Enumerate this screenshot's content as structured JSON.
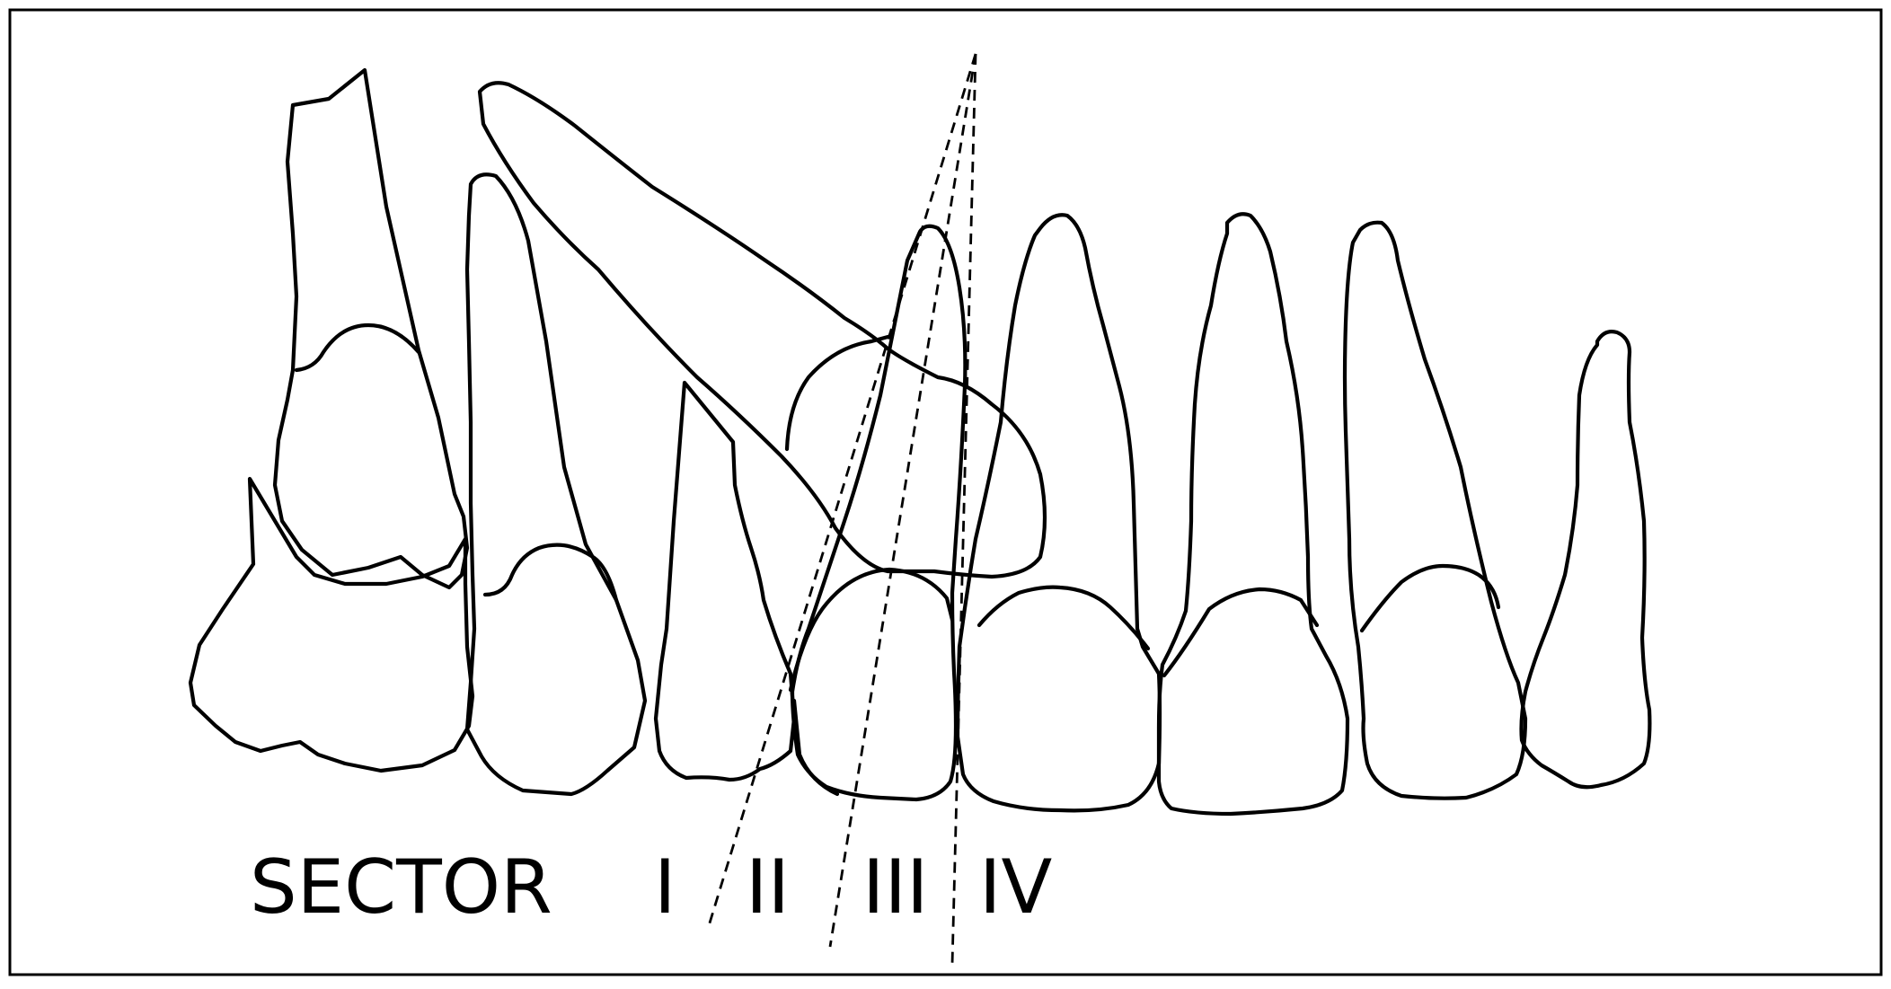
{
  "diagram": {
    "labels": {
      "title": "SECTOR",
      "sector_1": "I",
      "sector_2": "II",
      "sector_3": "III",
      "sector_4": "IV"
    },
    "colors": {
      "background": "#ffffff",
      "ink": "#000000"
    }
  }
}
